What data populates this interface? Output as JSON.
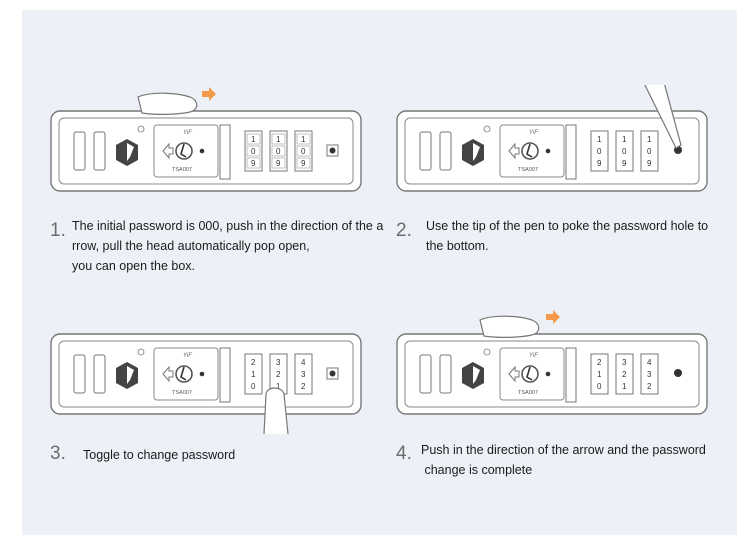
{
  "steps": [
    {
      "number": "1.",
      "caption_lines": [
        "The initial password is 000, push in the direction of the a",
        "rrow, pull the head automatically pop open,",
        "you can open the box."
      ],
      "dials": [
        [
          "1",
          "0",
          "9"
        ],
        [
          "1",
          "0",
          "9"
        ],
        [
          "1",
          "0",
          "9"
        ]
      ],
      "hand": "push-arrow"
    },
    {
      "number": "2.",
      "caption_lines": [
        "Use the tip of the pen to poke the password hole to",
        "the bottom."
      ],
      "dials": [
        [
          "1",
          "0",
          "9"
        ],
        [
          "1",
          "0",
          "9"
        ],
        [
          "1",
          "0",
          "9"
        ]
      ],
      "hand": "pen"
    },
    {
      "number": "3.",
      "caption_lines": [
        "Toggle to change password"
      ],
      "dials": [
        [
          "2",
          "1",
          "0"
        ],
        [
          "3",
          "2",
          "1"
        ],
        [
          "4",
          "3",
          "2"
        ]
      ],
      "hand": "finger"
    },
    {
      "number": "4.",
      "caption_lines": [
        "Push in the direction of the arrow and the password",
        " change is complete"
      ],
      "dials": [
        [
          "2",
          "1",
          "0"
        ],
        [
          "3",
          "2",
          "1"
        ],
        [
          "4",
          "3",
          "2"
        ]
      ],
      "hand": "push-arrow"
    }
  ],
  "lock_label": "TSA007",
  "brand_mark": "YiF",
  "colors": {
    "arrow": "#f39a4b",
    "line": "#777777",
    "background": "#eef0f8"
  }
}
